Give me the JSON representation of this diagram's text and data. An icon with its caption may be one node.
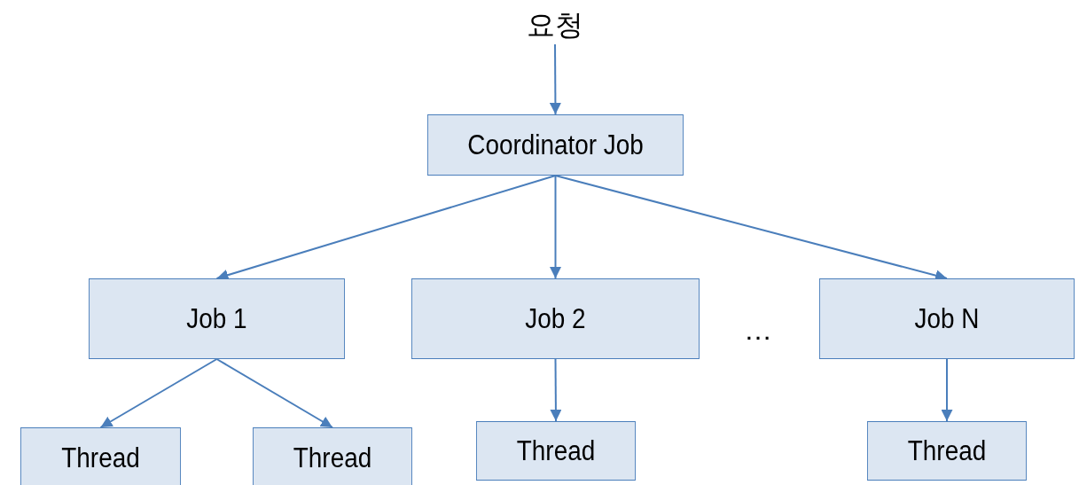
{
  "diagram": {
    "nodes": [
      {
        "text": [
          "요청"
        ]
      },
      {
        "text": [
          "Coordinator Job"
        ]
      },
      {
        "text": [
          "Job 1"
        ]
      },
      {
        "text": [
          "Job 2"
        ]
      },
      {
        "text": [
          "Job N"
        ]
      },
      {
        "text": [
          "Thread"
        ]
      },
      {
        "text": [
          "Thread"
        ]
      },
      {
        "text": [
          "Thread"
        ]
      },
      {
        "text": [
          "Thread"
        ]
      }
    ],
    "edges": [
      {
        "from": 0,
        "to": 1,
        "arrow": "to"
      },
      {
        "from": 1,
        "to": 2,
        "arrow": "to"
      },
      {
        "from": 1,
        "to": 3,
        "arrow": "to"
      },
      {
        "from": 1,
        "to": 4,
        "arrow": "to"
      },
      {
        "from": 2,
        "to": 5,
        "arrow": "to"
      },
      {
        "from": 2,
        "to": 6,
        "arrow": "to"
      },
      {
        "from": 3,
        "to": 7,
        "arrow": "to"
      },
      {
        "from": 4,
        "to": 8,
        "arrow": "to"
      }
    ],
    "labels": [
      "…"
    ]
  }
}
